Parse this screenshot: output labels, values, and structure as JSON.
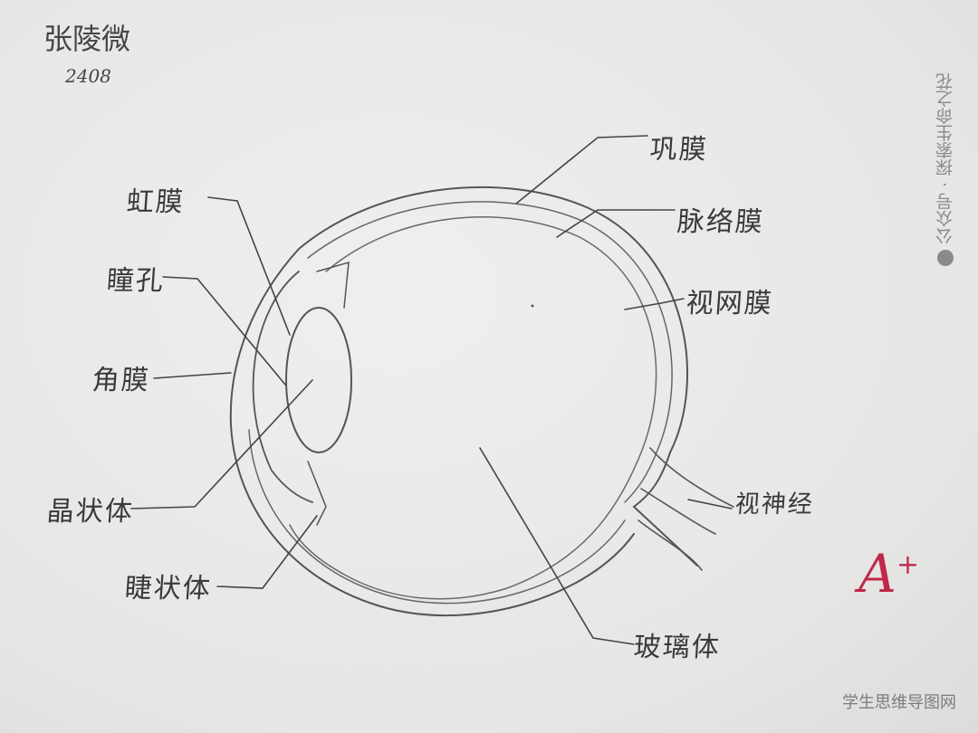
{
  "student": {
    "name": "张陵微",
    "class": "2408"
  },
  "labels": {
    "sclera": "巩膜",
    "choroid": "脉络膜",
    "retina": "视网膜",
    "optic_nerve": "视神经",
    "vitreous_body": "玻璃体",
    "ciliary_body": "睫状体",
    "lens": "晶状体",
    "cornea": "角膜",
    "pupil": "瞳孔",
    "iris": "虹膜"
  },
  "grade": {
    "letter": "A",
    "mark": "+"
  },
  "watermarks": {
    "side": "公众号 · 探索生命之花",
    "bottom": "学生思维导图网"
  },
  "colors": {
    "pencil": "#4a4a4a",
    "grade": "#c0284a"
  }
}
